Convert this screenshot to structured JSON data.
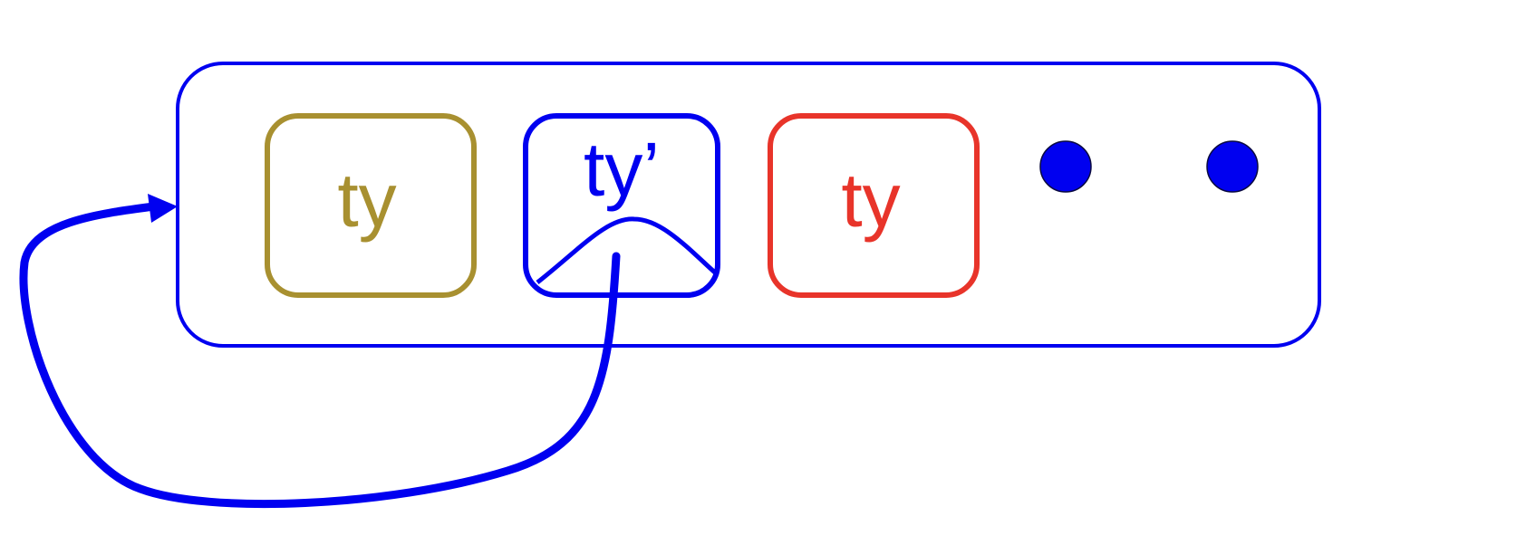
{
  "boxes": [
    {
      "id": "left",
      "label": "ty",
      "color": "#A89030"
    },
    {
      "id": "middle",
      "label": "ty’",
      "color": "#0000F0"
    },
    {
      "id": "right",
      "label": "ty",
      "color": "#E8342A"
    }
  ],
  "colors": {
    "container": "#0000F0",
    "arrow": "#0000F0",
    "dots": "#0000F0"
  }
}
